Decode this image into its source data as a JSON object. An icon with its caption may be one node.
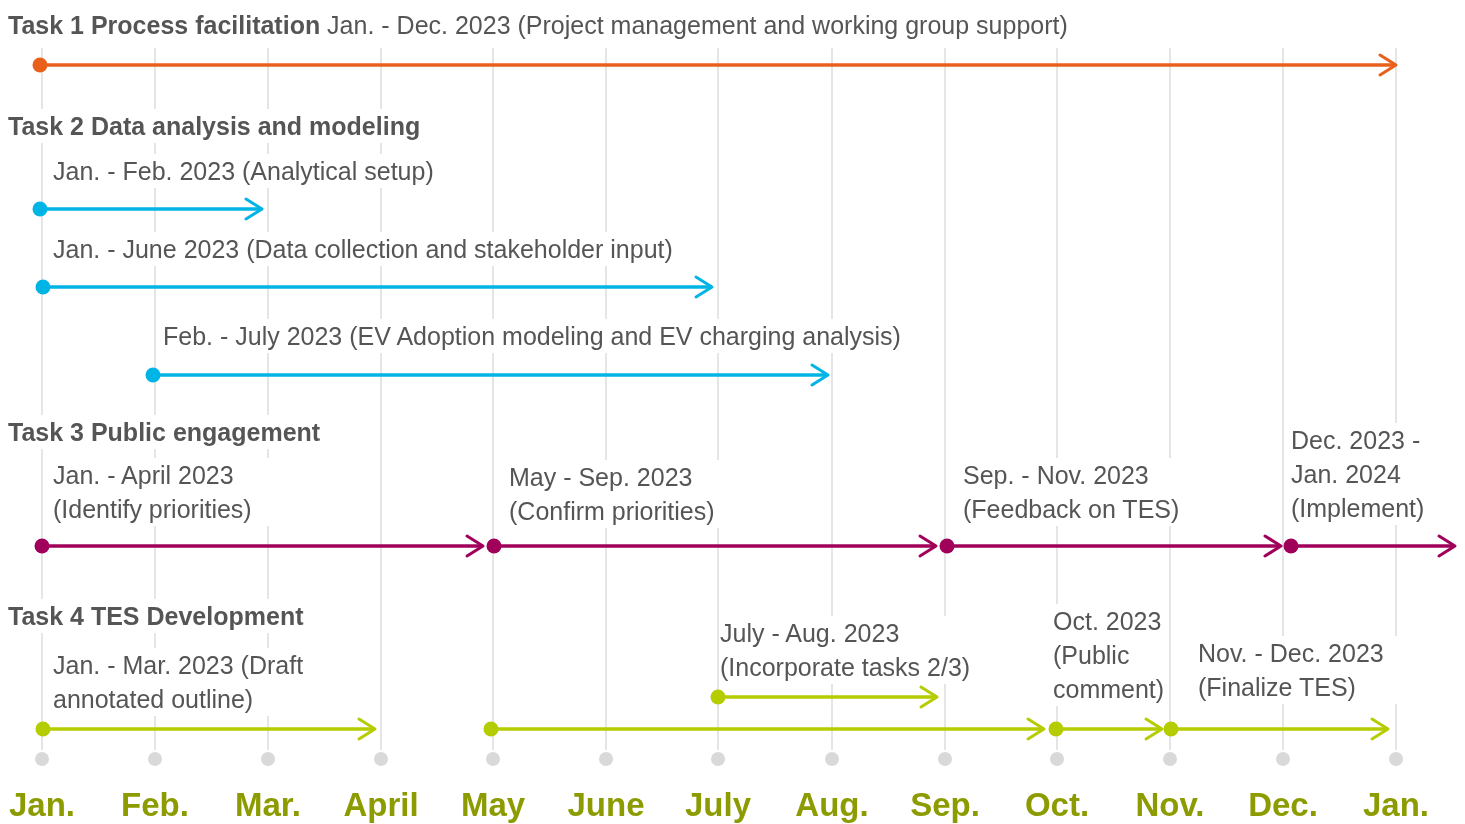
{
  "diagram": {
    "labels": [
      "**Task 1 Process facilitation** Jan. - Dec. 2023 (Project management and working group support)",
      "Task 2 Data analysis and modeling",
      "Jan. - Feb. 2023 (Analytical setup)",
      "Jan. - June 2023 (Data collection and stakeholder input)",
      "Feb. - July 2023 (EV Adoption modeling and EV charging analysis)",
      "Task 3 Public engagement",
      "Jan. - April 2023 (Identify priorities)",
      "May - Sep. 2023 (Confirm priorities)",
      "Sep. - Nov. 2023 (Feedback on TES)",
      "Dec. 2023 - Jan. 2024 (Implement)",
      "Task 4 TES Development",
      "Jan. - Mar. 2023 (Draft annotated outline)",
      "July - Aug. 2023 (Incorporate tasks 2/3)",
      "Oct. 2023 (Public comment)",
      "Nov. - Dec. 2023 (Finalize TES)",
      "Jan.",
      "Feb.",
      "Mar.",
      "April",
      "May",
      "June",
      "July",
      "Aug.",
      "Sep.",
      "Oct.",
      "Nov.",
      "Dec.",
      "Jan."
    ]
  }
}
